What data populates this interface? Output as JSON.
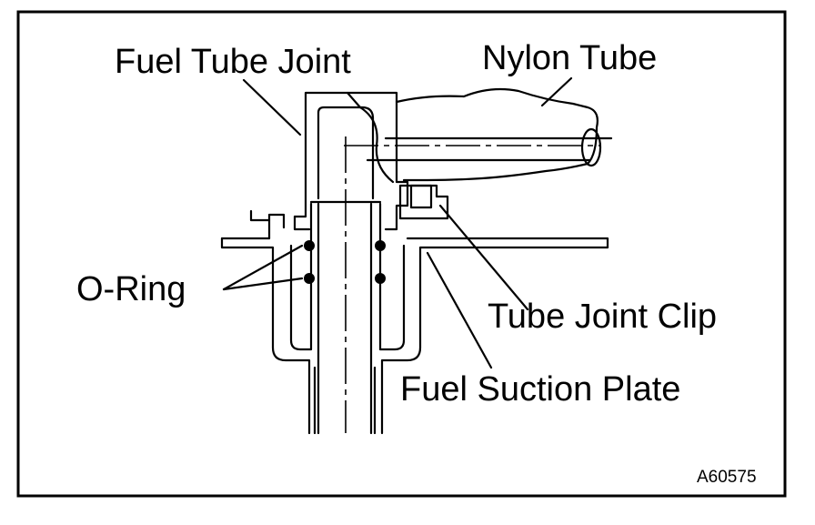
{
  "diagram": {
    "labels": {
      "fuel_tube_joint": "Fuel Tube Joint",
      "nylon_tube": "Nylon Tube",
      "o_ring": "O-Ring",
      "tube_joint_clip": "Tube Joint Clip",
      "fuel_suction_plate": "Fuel Suction Plate"
    },
    "figure_id": "A60575"
  }
}
